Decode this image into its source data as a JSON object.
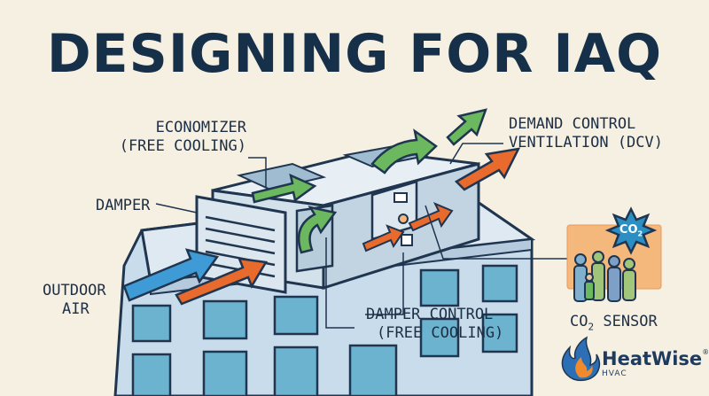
{
  "title": "DESIGNING FOR IAQ",
  "labels": {
    "economizer_line1": "ECONOMIZER",
    "economizer_line2": "(FREE COOLING)",
    "damper": "DAMPER",
    "outdoor_air_line1": "OUTDOOR",
    "outdoor_air_line2": "AIR",
    "dcv_line1": "DEMAND CONTROL",
    "dcv_line2": "VENTILATION (DCV)",
    "damper_control_line1": "DAMPER CONTROL",
    "damper_control_line2": "(FREE COOLING)",
    "co2_sensor_prefix": "CO",
    "co2_sensor_sub": "2",
    "co2_sensor_suffix": " SENSOR"
  },
  "badge": {
    "prefix": "CO",
    "sub": "2"
  },
  "brand": {
    "name": "HeatWise",
    "registered": "®",
    "sub": "HVAC"
  },
  "colors": {
    "background": "#f6f0e2",
    "title": "#173049",
    "outline": "#1f3550",
    "unit": "#d3e1ea",
    "building": "#c9dceb",
    "window": "#6cb3cf",
    "green_arrow": "#6cb85f",
    "orange_arrow": "#e86a2c",
    "blue_arrow": "#3f9bd6",
    "sensor_panel": "#f4b77c",
    "sensor_badge": "#2b8fc4"
  },
  "icons": [
    "flame-logo-icon",
    "co2-badge-icon",
    "people-icon"
  ]
}
